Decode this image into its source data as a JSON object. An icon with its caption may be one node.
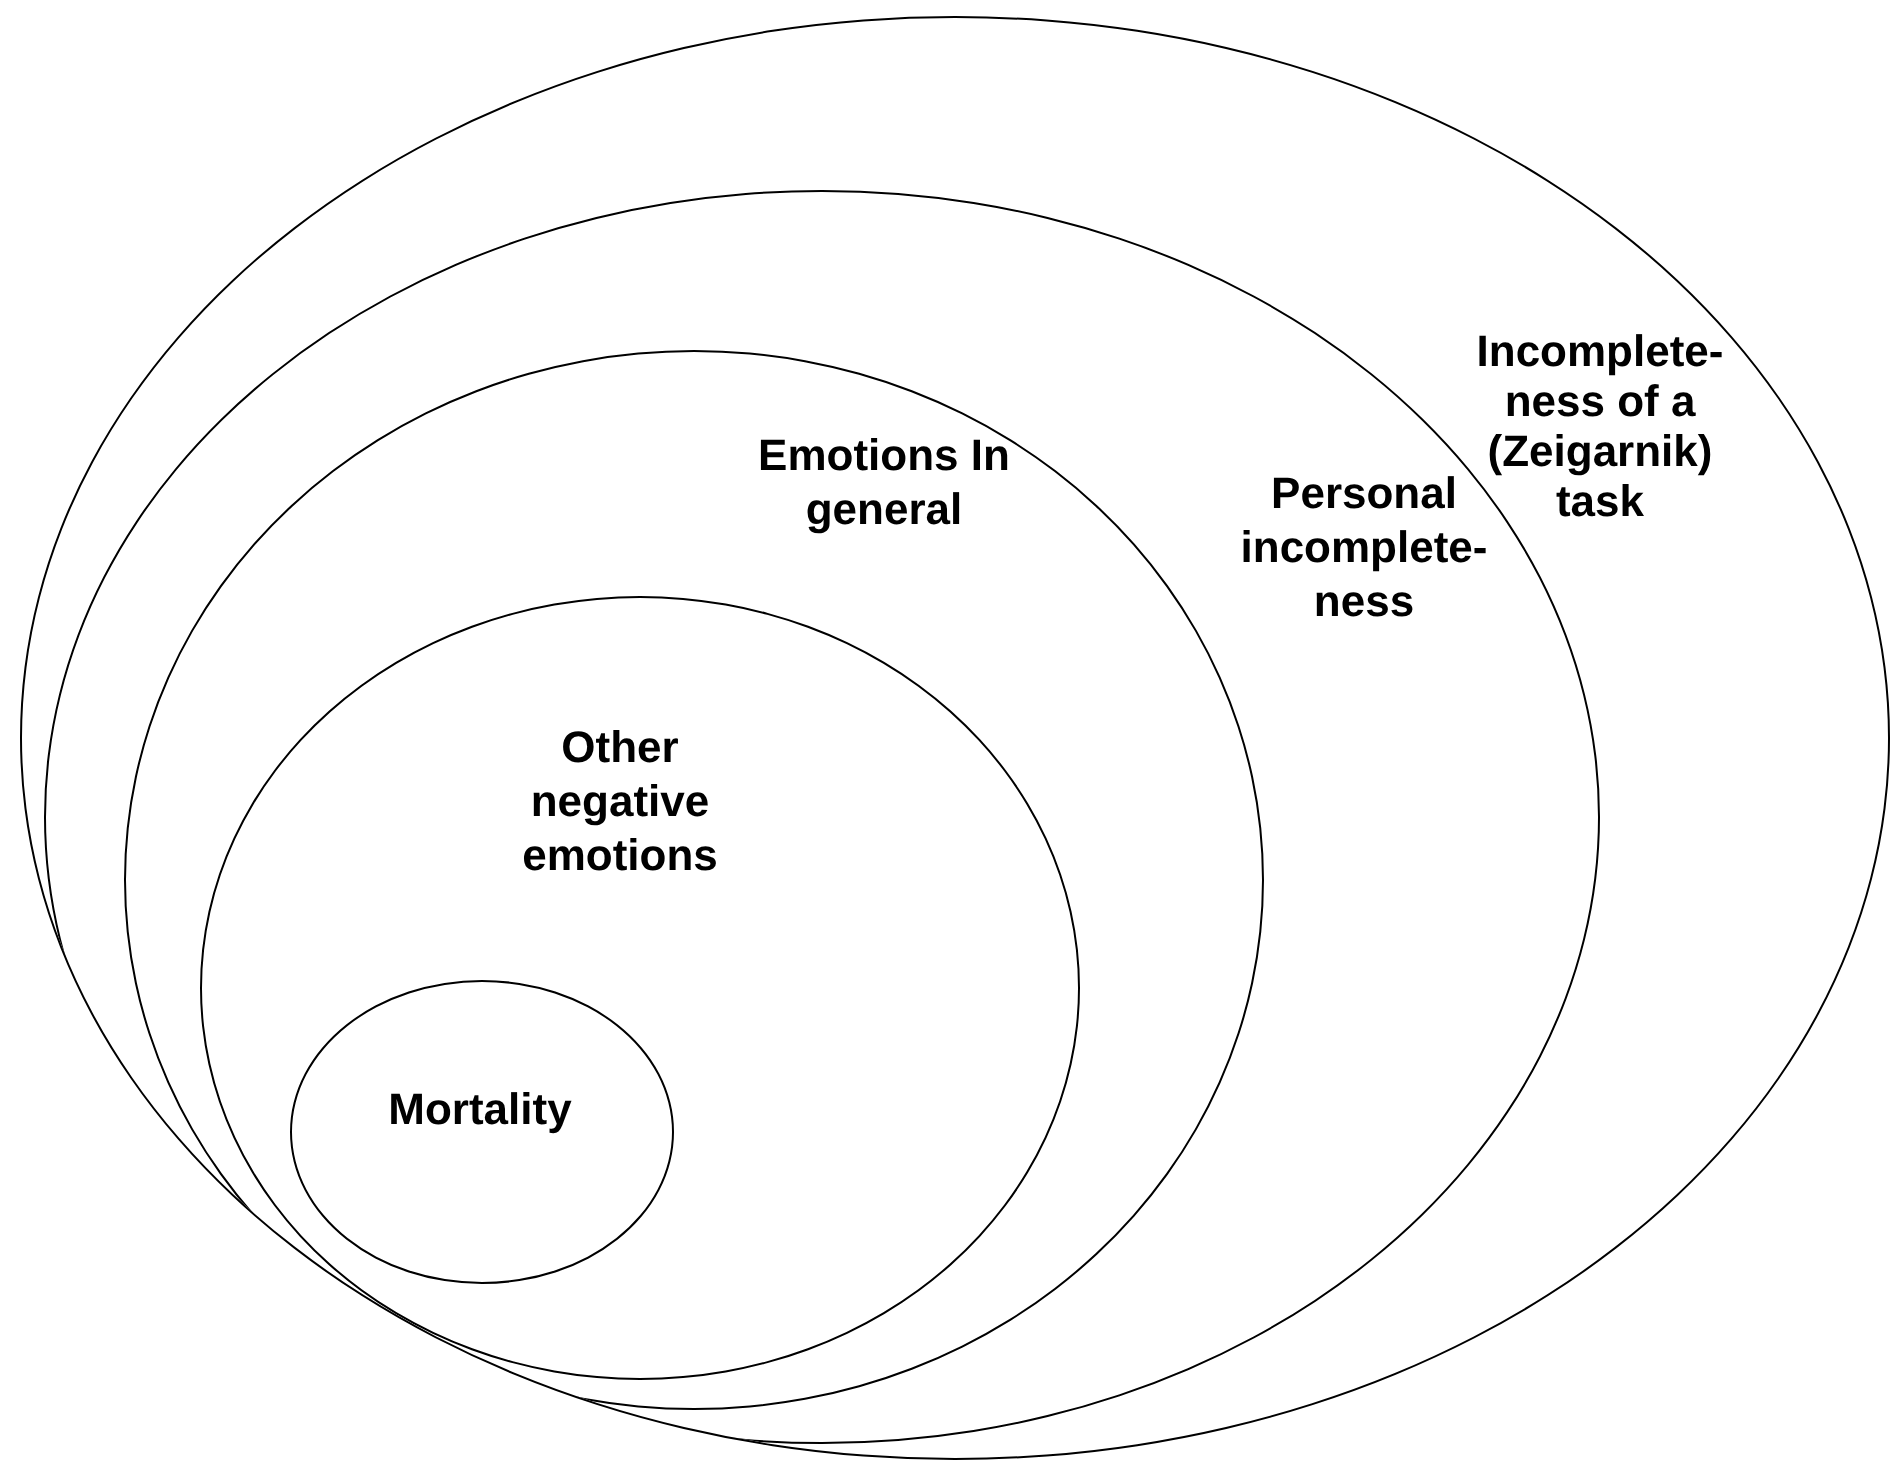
{
  "diagram": {
    "nodes": [
      {
        "text": [
          "Incomplete- ness of a (Zeigarnik) task"
        ]
      },
      {
        "text": [
          "Personal incomplete- ness"
        ],
        "in": 0
      },
      {
        "text": [
          "Emotions In general"
        ],
        "in": 1
      },
      {
        "text": [
          "Other negative emotions"
        ],
        "in": 2
      },
      {
        "text": [
          "Mortality"
        ],
        "in": 3
      }
    ]
  }
}
